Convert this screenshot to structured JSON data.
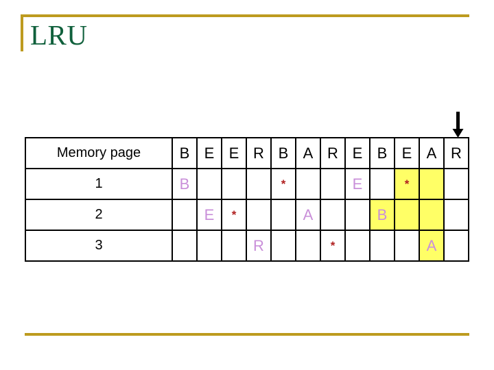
{
  "slide": {
    "title": "LRU",
    "accent_gold": "#BD9B1F",
    "title_color": "#10603C"
  },
  "arrow": {
    "icon": "arrow-down-icon",
    "points_to_column_index": 11
  },
  "table": {
    "row_label_header": "Memory page",
    "reference_string": [
      "B",
      "E",
      "E",
      "R",
      "B",
      "A",
      "R",
      "E",
      "B",
      "E",
      "A",
      "R"
    ],
    "letter_color": "#C98FD9",
    "star_color": "#B02020",
    "highlight_color": "#FFFF66",
    "rows": [
      {
        "label": "1",
        "cells": [
          {
            "text": "B",
            "kind": "letter",
            "highlight": false
          },
          {
            "text": "",
            "kind": "empty",
            "highlight": false
          },
          {
            "text": "",
            "kind": "empty",
            "highlight": false
          },
          {
            "text": "",
            "kind": "empty",
            "highlight": false
          },
          {
            "text": "*",
            "kind": "star",
            "highlight": false
          },
          {
            "text": "",
            "kind": "empty",
            "highlight": false
          },
          {
            "text": "",
            "kind": "empty",
            "highlight": false
          },
          {
            "text": "E",
            "kind": "letter",
            "highlight": false
          },
          {
            "text": "",
            "kind": "empty",
            "highlight": false
          },
          {
            "text": "*",
            "kind": "star",
            "highlight": true
          },
          {
            "text": "",
            "kind": "empty",
            "highlight": true
          },
          {
            "text": "",
            "kind": "empty",
            "highlight": false
          }
        ]
      },
      {
        "label": "2",
        "cells": [
          {
            "text": "",
            "kind": "empty",
            "highlight": false
          },
          {
            "text": "E",
            "kind": "letter",
            "highlight": false
          },
          {
            "text": "*",
            "kind": "star",
            "highlight": false
          },
          {
            "text": "",
            "kind": "empty",
            "highlight": false
          },
          {
            "text": "",
            "kind": "empty",
            "highlight": false
          },
          {
            "text": "A",
            "kind": "letter",
            "highlight": false
          },
          {
            "text": "",
            "kind": "empty",
            "highlight": false
          },
          {
            "text": "",
            "kind": "empty",
            "highlight": false
          },
          {
            "text": "B",
            "kind": "letter",
            "highlight": true
          },
          {
            "text": "",
            "kind": "empty",
            "highlight": true
          },
          {
            "text": "",
            "kind": "empty",
            "highlight": true
          },
          {
            "text": "",
            "kind": "empty",
            "highlight": false
          }
        ]
      },
      {
        "label": "3",
        "cells": [
          {
            "text": "",
            "kind": "empty",
            "highlight": false
          },
          {
            "text": "",
            "kind": "empty",
            "highlight": false
          },
          {
            "text": "",
            "kind": "empty",
            "highlight": false
          },
          {
            "text": "R",
            "kind": "letter",
            "highlight": false
          },
          {
            "text": "",
            "kind": "empty",
            "highlight": false
          },
          {
            "text": "",
            "kind": "empty",
            "highlight": false
          },
          {
            "text": "*",
            "kind": "star",
            "highlight": false
          },
          {
            "text": "",
            "kind": "empty",
            "highlight": false
          },
          {
            "text": "",
            "kind": "empty",
            "highlight": false
          },
          {
            "text": "",
            "kind": "empty",
            "highlight": false
          },
          {
            "text": "A",
            "kind": "letter",
            "highlight": true
          },
          {
            "text": "",
            "kind": "empty",
            "highlight": false
          }
        ]
      }
    ]
  }
}
